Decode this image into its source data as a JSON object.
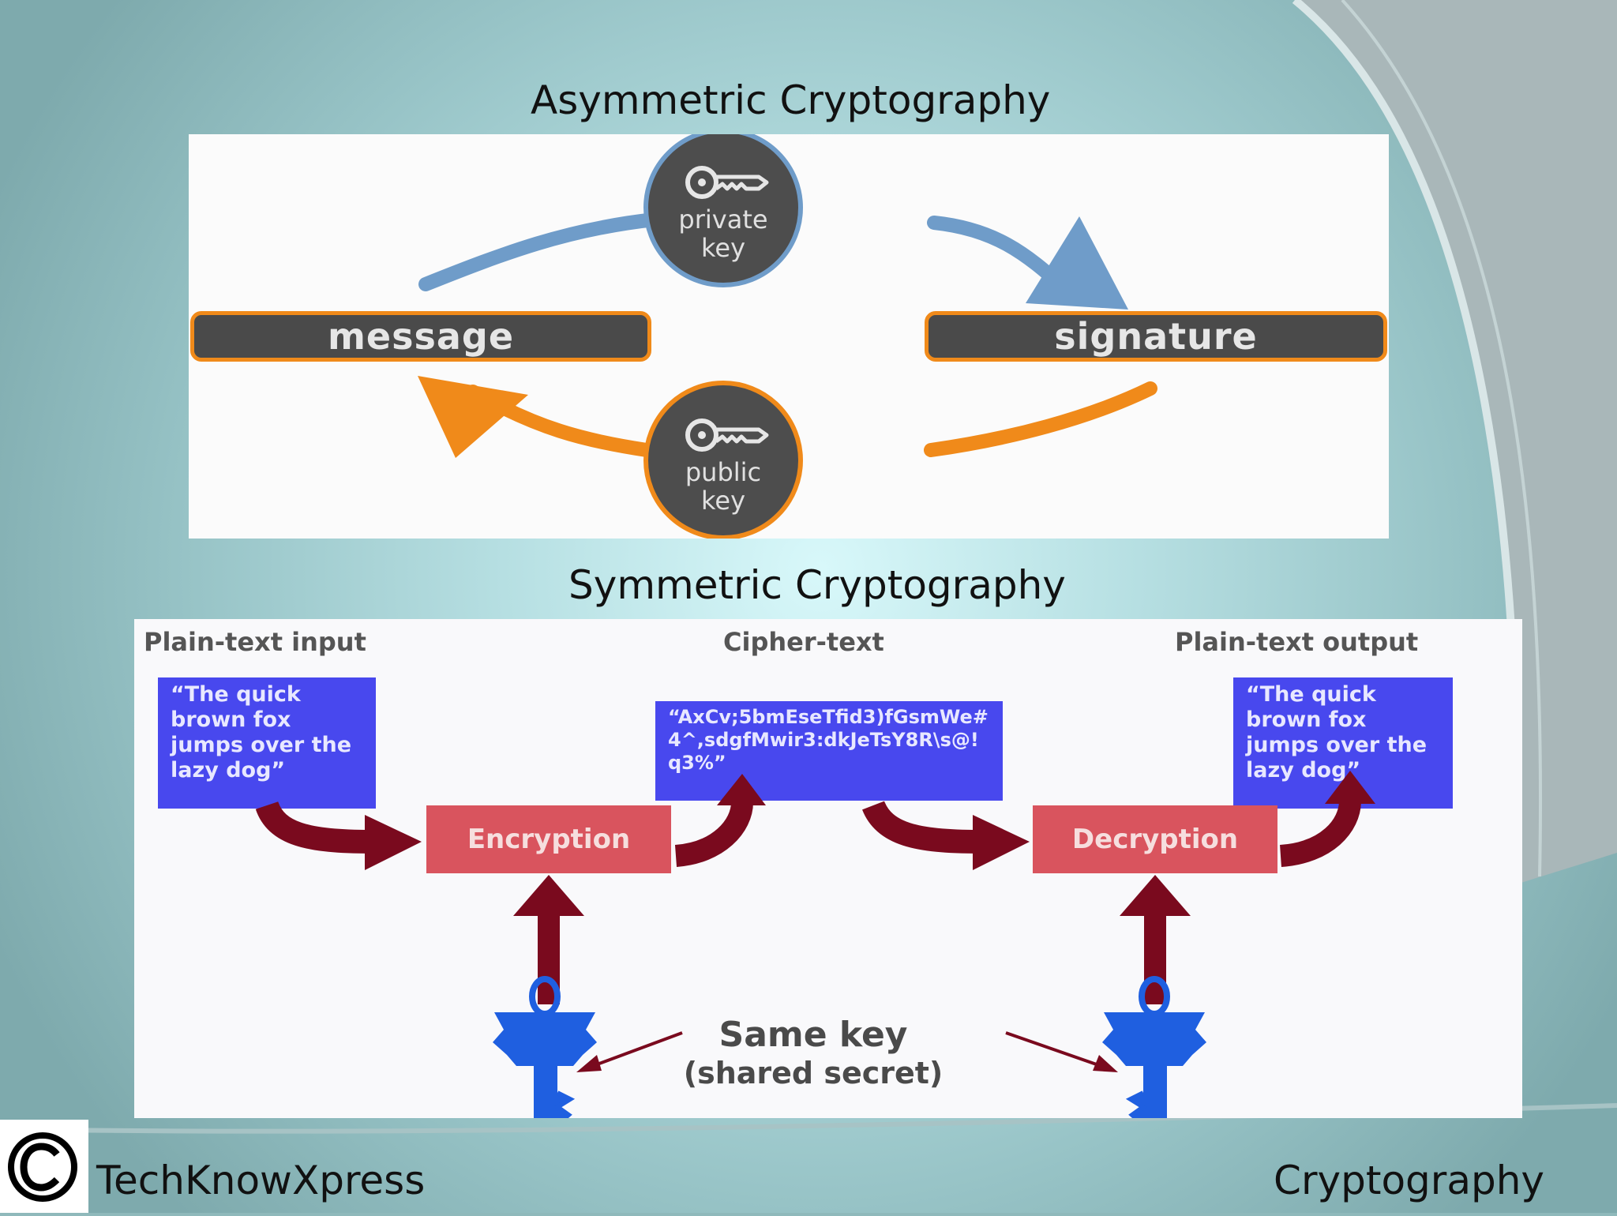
{
  "slide": {
    "asymmetric_title": "Asymmetric Cryptography",
    "symmetric_title": "Symmetric Cryptography",
    "footer_left": "TechKnowXpress",
    "footer_right": "Cryptography"
  },
  "asymmetric": {
    "message": "message",
    "signature": "signature",
    "private_key": [
      "private",
      "key"
    ],
    "public_key": [
      "public",
      "key"
    ],
    "colors": {
      "private_arrow": "#6f9cc9",
      "public_arrow": "#f08a1a",
      "node": "#4a4a4a"
    }
  },
  "symmetric": {
    "plain_text_input_label": "Plain-text input",
    "cipher_text_label": "Cipher-text",
    "plain_text_output_label": "Plain-text output",
    "plain_text_input": "“The quick brown fox jumps over the lazy dog”",
    "cipher_text": "“AxCv;5bmEseTfid3)fGsmWe#4^,sdgfMwir3:dkJeTsY8R\\s@!q3%”",
    "plain_text_output": "“The quick brown fox jumps over the lazy dog”",
    "encryption": "Encryption",
    "decryption": "Decryption",
    "same_key": "Same key",
    "shared_secret": "(shared secret)",
    "colors": {
      "text_box": "#4848ee",
      "process_box": "#d9545e",
      "arrow": "#7a0a1e",
      "key": "#1f5fe0"
    }
  }
}
